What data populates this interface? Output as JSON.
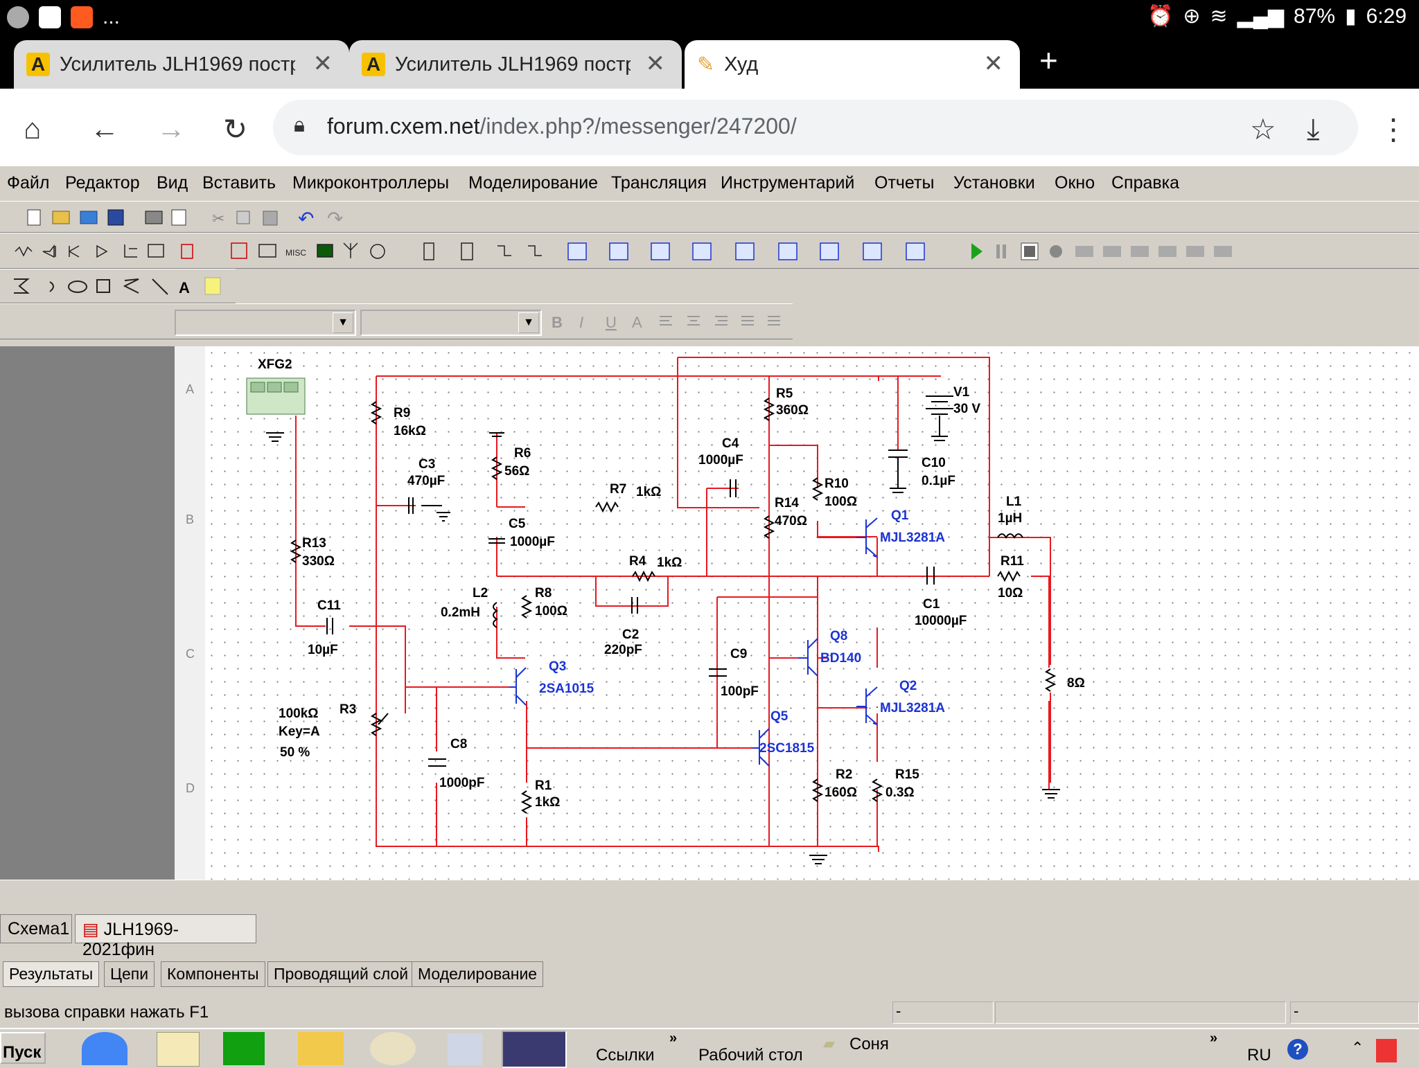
{
  "status_bar": {
    "battery": "87%",
    "time": "6:29",
    "overflow": "..."
  },
  "browser": {
    "tabs": [
      {
        "label": "Усилитель JLH1969 постро",
        "icon": "a-favicon",
        "active": false
      },
      {
        "label": "Усилитель JLH1969 постро",
        "icon": "a-favicon",
        "active": false
      },
      {
        "label": "Худ",
        "icon": "pencil-favicon",
        "active": true
      }
    ],
    "url_host": "forum.cxem.net",
    "url_path": "/index.php?/messenger/247200/"
  },
  "menu": [
    "Файл",
    "Редактор",
    "Вид",
    "Вставить",
    "Микроконтроллеры",
    "Моделирование",
    "Трансляция",
    "Инструментарий",
    "Отчеты",
    "Установки",
    "Окно",
    "Справка"
  ],
  "ruler_rows": [
    "A",
    "B",
    "C",
    "D"
  ],
  "schematic": {
    "xfg": "XFG2",
    "R9": "R9",
    "R9v": "16kΩ",
    "C3": "C3",
    "C3v": "470µF",
    "R6": "R6",
    "R6v": "56Ω",
    "R7": "R7",
    "R7v": "1kΩ",
    "C4": "C4",
    "C4v": "1000µF",
    "R5": "R5",
    "R5v": "360Ω",
    "V1": "V1",
    "V1v": "30 V",
    "C10": "C10",
    "C10v": "0.1µF",
    "R10": "R10",
    "R10v": "100Ω",
    "R14": "R14",
    "R14v": "470Ω",
    "Q1": "Q1",
    "Q1v": "MJL3281A",
    "L1": "L1",
    "L1v": "1µH",
    "R13": "R13",
    "R13v": "330Ω",
    "C5": "C5",
    "C5v": "1000µF",
    "R4": "R4",
    "R4v": "1kΩ",
    "R11": "R11",
    "R11v": "10Ω",
    "C1": "C1",
    "C1v": "10000µF",
    "C11": "C11",
    "C11v": "10µF",
    "L2": "L2",
    "L2v": "0.2mH",
    "R8": "R8",
    "R8v": "100Ω",
    "C2": "C2",
    "C2v": "220pF",
    "C9": "C9",
    "C9v": "100pF",
    "Q8": "Q8",
    "Q8v": "BD140",
    "Q2": "Q2",
    "Q2v": "MJL3281A",
    "load": "8Ω",
    "Q3": "Q3",
    "Q3v": "2SA1015",
    "R3": "R3",
    "R3v": "100kΩ",
    "R3key": "Key=A",
    "R3pct": "50 %",
    "Q5": "Q5",
    "Q5v": "2SC1815",
    "C8": "C8",
    "C8v": "1000pF",
    "R1": "R1",
    "R1v": "1kΩ",
    "R2": "R2",
    "R2v": "160Ω",
    "R15": "R15",
    "R15v": "0.3Ω"
  },
  "sheets": [
    "Схема1",
    "JLH1969-2021фин"
  ],
  "output_tabs": [
    "Результаты",
    "Цепи",
    "Компоненты",
    "Проводящий слой",
    "Моделирование"
  ],
  "status": {
    "help": "вызова справки нажать F1",
    "cell1": "-",
    "cell2": "-"
  },
  "taskbar": {
    "start": "Пуск",
    "links": "Ссылки",
    "desktop": "Рабочий стол",
    "user": "Соня",
    "lang": "RU"
  },
  "colors": {
    "wire": "#e8181f",
    "component": "#000000",
    "transistor": "#1b33d4",
    "dot_grid": "#777777"
  }
}
